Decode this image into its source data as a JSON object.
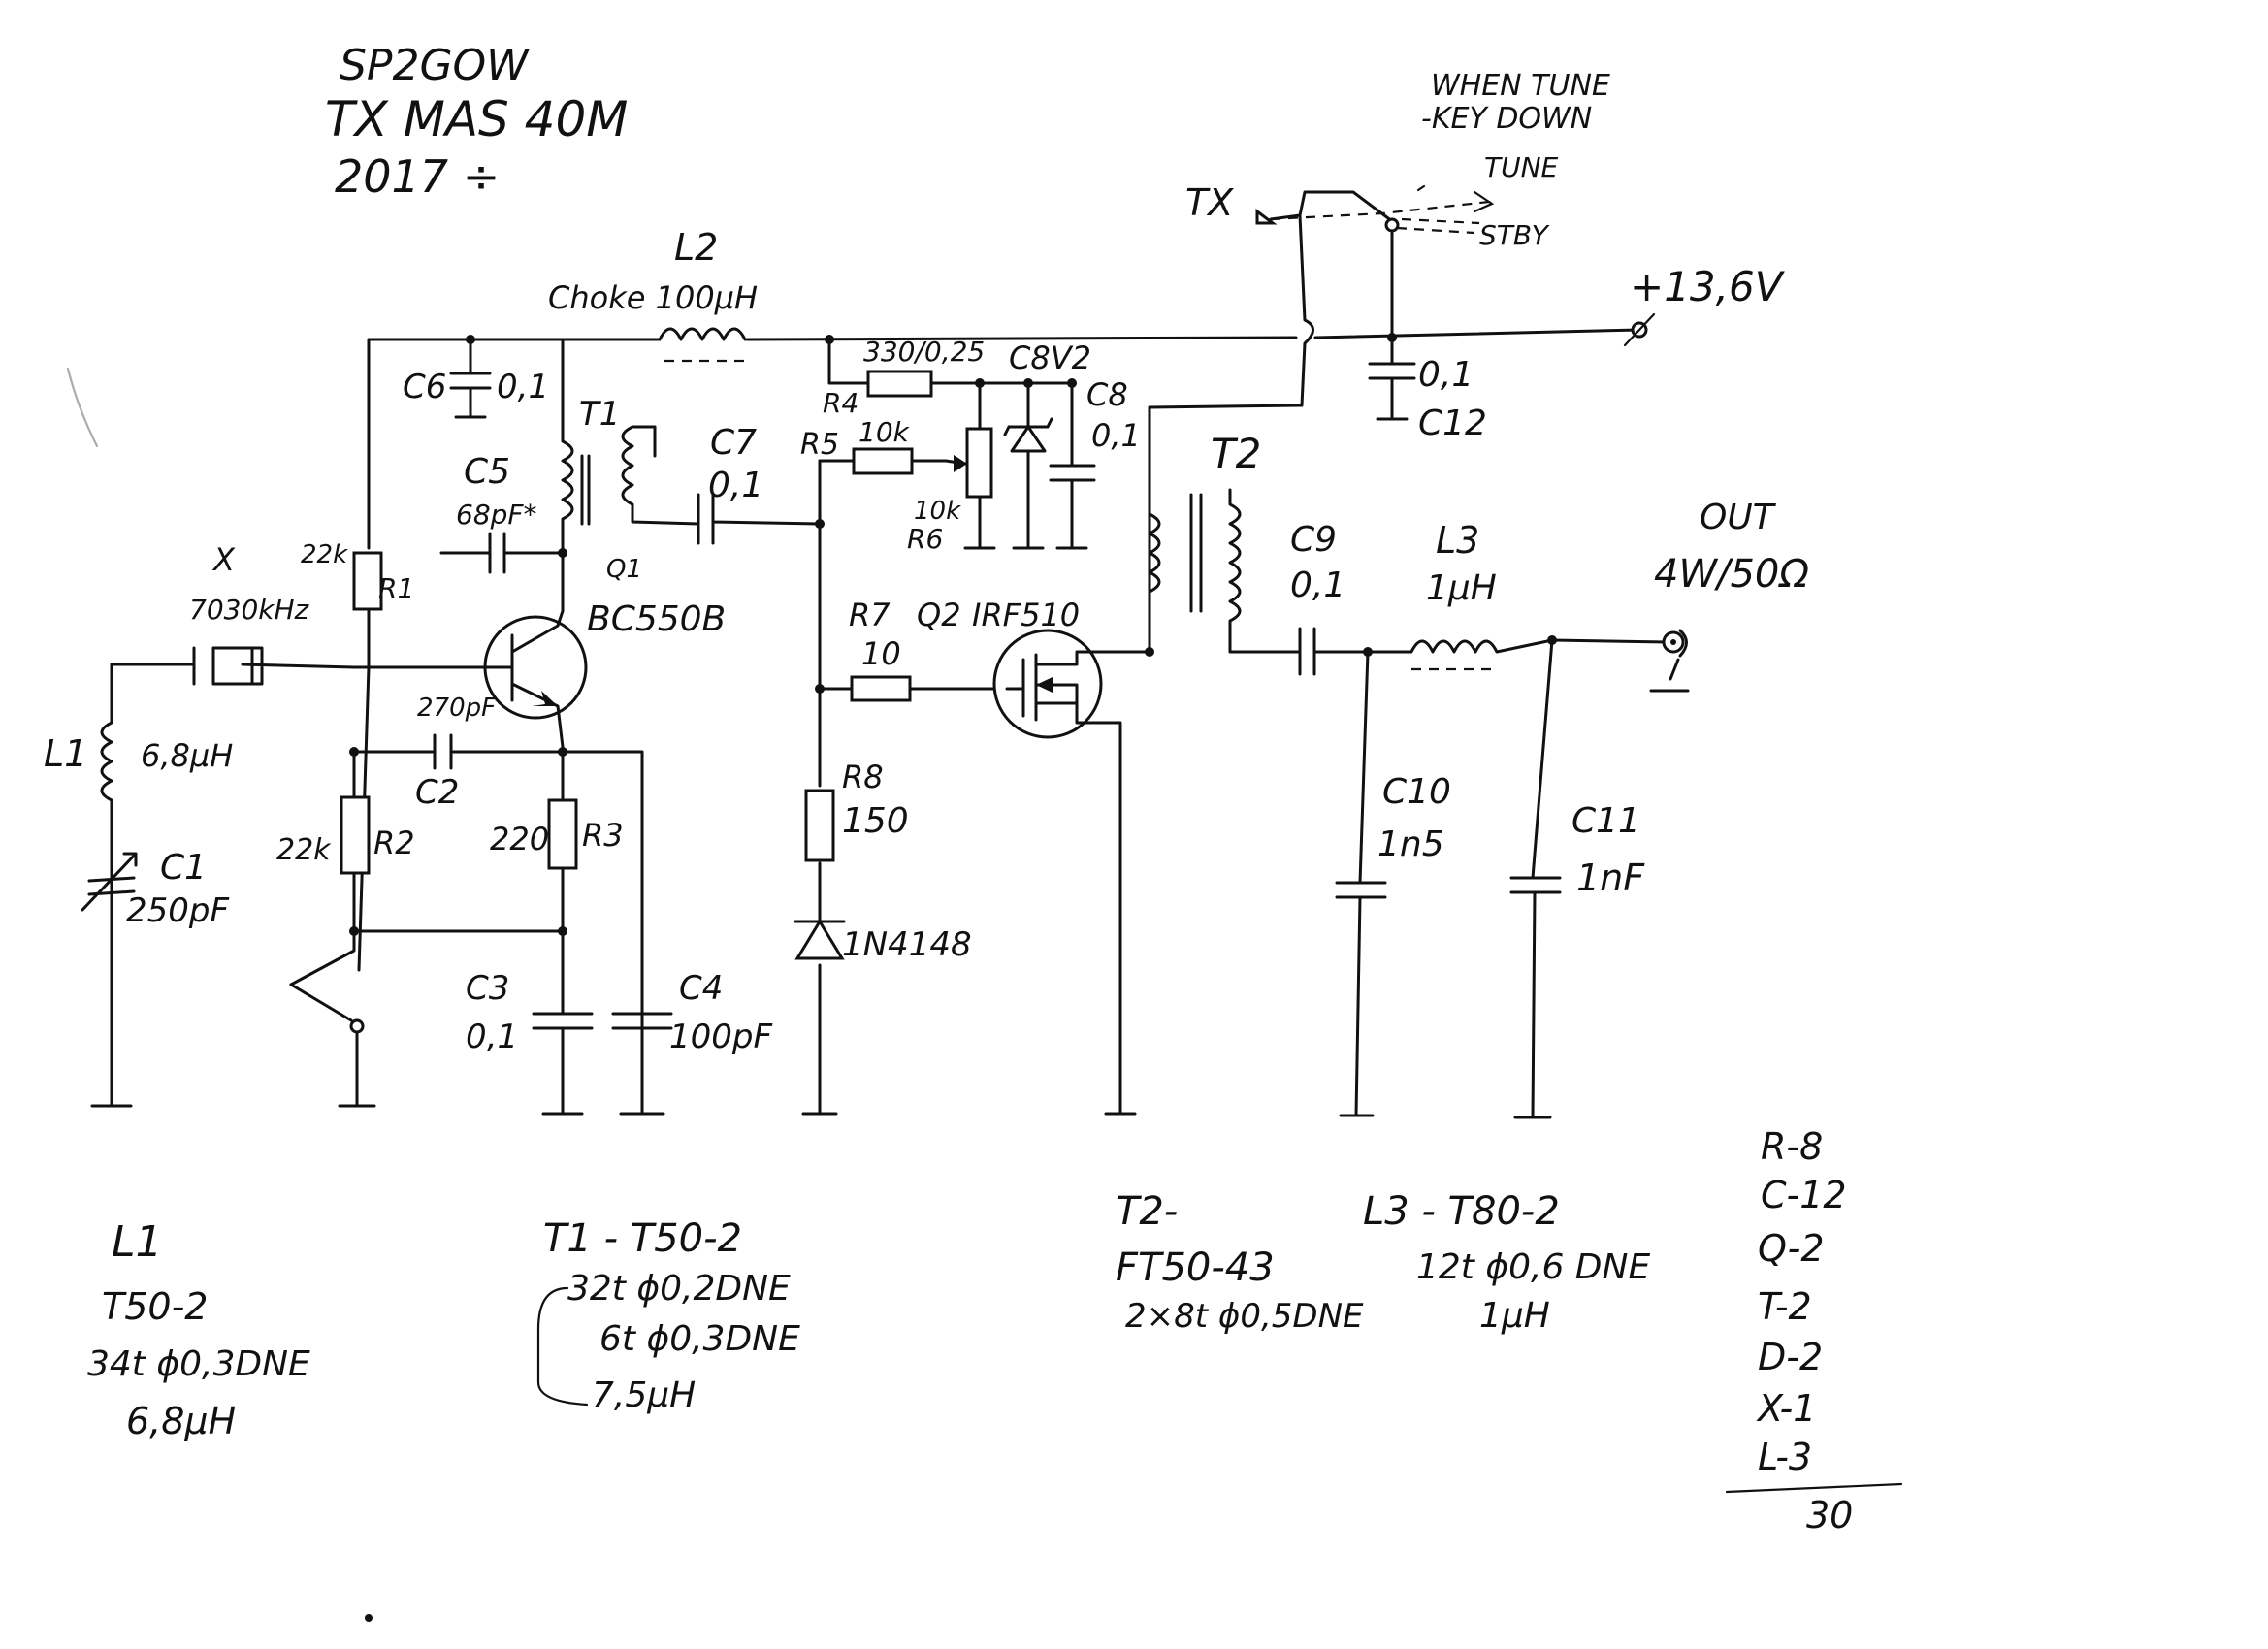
{
  "header": {
    "callsign": "SP2GOW",
    "project": "TX MAS 40M",
    "year": "2017 ÷"
  },
  "switch_note": {
    "line1": "WHEN TUNE",
    "line2": "-KEY DOWN",
    "tune": "TUNE",
    "stby": "STBY",
    "tx": "TX"
  },
  "supply": {
    "label": "+13,6V"
  },
  "components": {
    "L2": {
      "name": "L2",
      "value": "Choke 100µH"
    },
    "C6": {
      "name": "C6",
      "value": "0,1"
    },
    "C12": {
      "name": "C12",
      "value": "0,1"
    },
    "C5": {
      "name": "C5",
      "value": "68pF*"
    },
    "T1": {
      "name": "T1"
    },
    "C7": {
      "name": "C7",
      "value": "0,1"
    },
    "R4": {
      "name": "R4",
      "value": "330/0,25"
    },
    "C8V2": {
      "name": "C8V2"
    },
    "C8": {
      "name": "C8",
      "value": "0,1"
    },
    "R5": {
      "name": "R5",
      "value": "10k"
    },
    "R6": {
      "name": "R6",
      "value": "10k"
    },
    "T2": {
      "name": "T2"
    },
    "X": {
      "name": "X",
      "value": "7030kHz"
    },
    "R1": {
      "name": "R1",
      "value": "22k"
    },
    "Q1": {
      "name": "Q1",
      "type": "BC550B"
    },
    "R7": {
      "name": "R7",
      "value": "10"
    },
    "Q2": {
      "name": "Q2",
      "type": "IRF510"
    },
    "C9": {
      "name": "C9",
      "value": "0,1"
    },
    "L3": {
      "name": "L3",
      "value": "1µH"
    },
    "OUT": {
      "name": "OUT",
      "value": "4W/50Ω"
    },
    "L1": {
      "name": "L1",
      "value": "6,8µH"
    },
    "C2": {
      "name": "C2",
      "value": "270pF"
    },
    "C1": {
      "name": "C1",
      "value": "250pF"
    },
    "R2": {
      "name": "R2",
      "value": "22k"
    },
    "R3": {
      "name": "R3",
      "value": "220"
    },
    "R8": {
      "name": "R8",
      "value": "150"
    },
    "C10": {
      "name": "C10",
      "value": "1n5"
    },
    "C11": {
      "name": "C11",
      "value": "1nF"
    },
    "D": {
      "name": "1N4148"
    },
    "C3": {
      "name": "C3",
      "value": "0,1"
    },
    "C4": {
      "name": "C4",
      "value": "100pF"
    }
  },
  "notes": {
    "L1": [
      "L1",
      "T50-2",
      "34t ϕ0,3DNE",
      "6,8µH"
    ],
    "T1": [
      "T1 - T50-2",
      "32t ϕ0,2DNE",
      "6t ϕ0,3DNE",
      "7,5µH"
    ],
    "T2": [
      "T2-",
      "FT50-43",
      "2×8t ϕ0,5DNE"
    ],
    "L3": [
      "L3 - T80-2",
      "12t ϕ0,6 DNE",
      "1µH"
    ]
  },
  "parts_count": {
    "items": [
      "R-8",
      "C-12",
      "Q-2",
      "T-2",
      "D-2",
      "X-1",
      "L-3"
    ],
    "total": "30"
  }
}
